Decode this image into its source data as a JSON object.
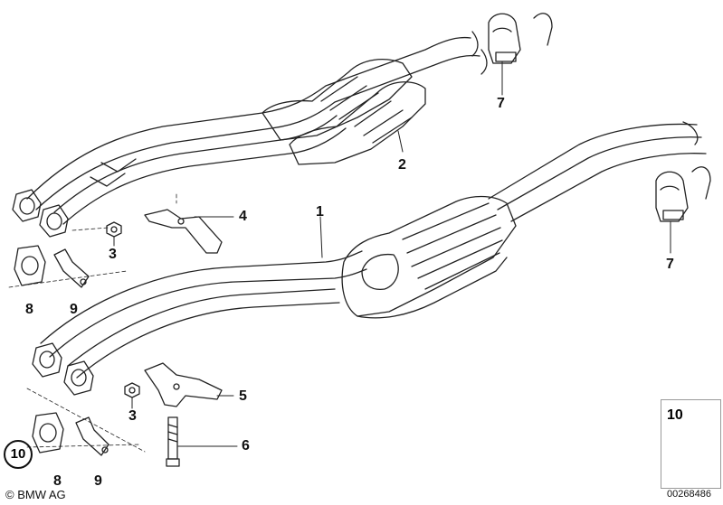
{
  "labels": {
    "p1": "1",
    "p2": "2",
    "p3a": "3",
    "p3b": "3",
    "p4": "4",
    "p5": "5",
    "p6": "6",
    "p7a": "7",
    "p7b": "7",
    "p8a": "8",
    "p8b": "8",
    "p9a": "9",
    "p9b": "9",
    "p10": "10"
  },
  "legend": {
    "number": "10",
    "code": "00268486"
  },
  "copyright": "© BMW AG"
}
